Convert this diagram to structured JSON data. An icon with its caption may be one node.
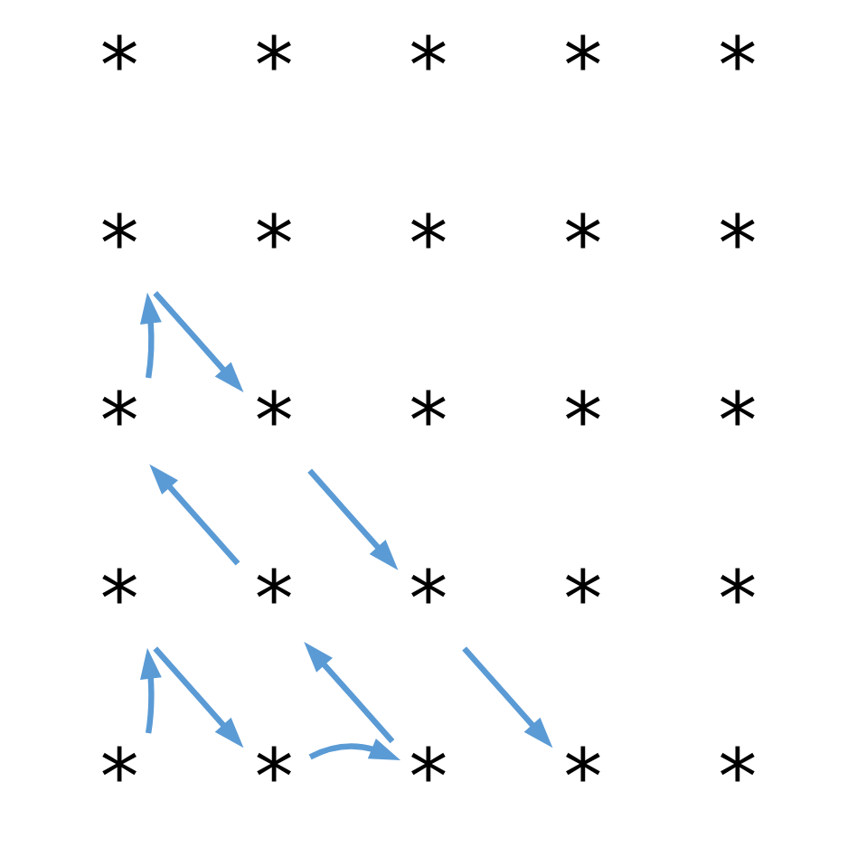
{
  "diagram": {
    "nodes": [
      {
        "text": [
          "*"
        ]
      },
      {
        "text": [
          "*"
        ]
      },
      {
        "text": [
          "*"
        ]
      },
      {
        "text": [
          "*"
        ]
      },
      {
        "text": [
          "*"
        ]
      },
      {
        "text": [
          "*"
        ]
      },
      {
        "text": [
          "*"
        ]
      },
      {
        "text": [
          "*"
        ]
      },
      {
        "text": [
          "*"
        ]
      },
      {
        "text": [
          "*"
        ]
      },
      {
        "text": [
          "*"
        ]
      },
      {
        "text": [
          "*"
        ]
      },
      {
        "text": [
          "*"
        ]
      },
      {
        "text": [
          "*"
        ]
      },
      {
        "text": [
          "*"
        ]
      },
      {
        "text": [
          "*"
        ]
      },
      {
        "text": [
          "*"
        ]
      },
      {
        "text": [
          "*"
        ]
      },
      {
        "text": [
          "*"
        ]
      },
      {
        "text": [
          "*"
        ]
      },
      {
        "text": [
          "*"
        ]
      },
      {
        "text": [
          "*"
        ]
      },
      {
        "text": [
          "*"
        ]
      },
      {
        "text": [
          "*"
        ]
      },
      {
        "text": [
          "*"
        ]
      }
    ],
    "edges": [
      {
        "from": 20,
        "to": 15,
        "arrow": "to"
      },
      {
        "from": 15,
        "to": 21,
        "arrow": "to"
      },
      {
        "from": 21,
        "to": 22,
        "arrow": "to"
      },
      {
        "from": 22,
        "to": 16,
        "arrow": "to"
      },
      {
        "from": 16,
        "to": 10,
        "arrow": "to"
      },
      {
        "from": 10,
        "to": 5,
        "arrow": "to"
      },
      {
        "from": 5,
        "to": 11,
        "arrow": "to"
      },
      {
        "from": 11,
        "to": 17,
        "arrow": "to"
      },
      {
        "from": 17,
        "to": 23,
        "arrow": "to"
      }
    ]
  }
}
